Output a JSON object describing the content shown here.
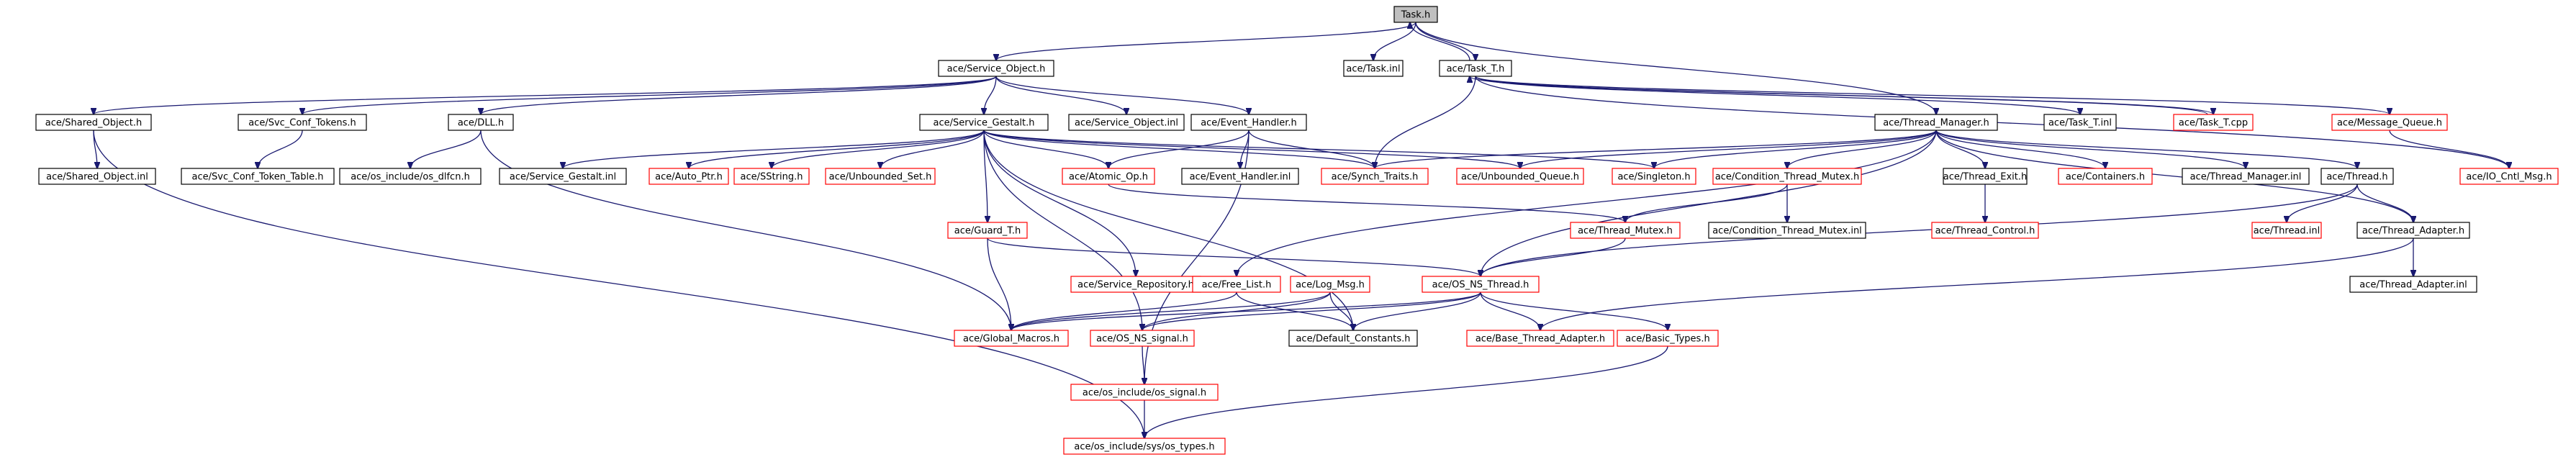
{
  "diagram": {
    "colors": {
      "edge": "#191970",
      "black_border": "#000000",
      "red_border": "#ff0000",
      "root_fill": "#bfbfbf"
    },
    "nodes": [
      {
        "id": "task_h",
        "label": "Task.h",
        "border": "black",
        "root": true
      },
      {
        "id": "service_object_h",
        "label": "ace/Service_Object.h",
        "border": "black"
      },
      {
        "id": "task_inl",
        "label": "ace/Task.inl",
        "border": "black"
      },
      {
        "id": "task_t_h",
        "label": "ace/Task_T.h",
        "border": "black"
      },
      {
        "id": "shared_object_h",
        "label": "ace/Shared_Object.h",
        "border": "black"
      },
      {
        "id": "svc_conf_tokens_h",
        "label": "ace/Svc_Conf_Tokens.h",
        "border": "black"
      },
      {
        "id": "dll_h",
        "label": "ace/DLL.h",
        "border": "black"
      },
      {
        "id": "service_gestalt_h",
        "label": "ace/Service_Gestalt.h",
        "border": "black"
      },
      {
        "id": "service_object_inl",
        "label": "ace/Service_Object.inl",
        "border": "black"
      },
      {
        "id": "event_handler_h",
        "label": "ace/Event_Handler.h",
        "border": "black"
      },
      {
        "id": "thread_manager_h",
        "label": "ace/Thread_Manager.h",
        "border": "black"
      },
      {
        "id": "task_t_inl",
        "label": "ace/Task_T.inl",
        "border": "black"
      },
      {
        "id": "task_t_cpp",
        "label": "ace/Task_T.cpp",
        "border": "red"
      },
      {
        "id": "message_queue_h",
        "label": "ace/Message_Queue.h",
        "border": "red"
      },
      {
        "id": "shared_object_inl",
        "label": "ace/Shared_Object.inl",
        "border": "black"
      },
      {
        "id": "svc_conf_token_table_h",
        "label": "ace/Svc_Conf_Token_Table.h",
        "border": "black"
      },
      {
        "id": "os_dlfcn_h",
        "label": "ace/os_include/os_dlfcn.h",
        "border": "black"
      },
      {
        "id": "service_gestalt_inl",
        "label": "ace/Service_Gestalt.inl",
        "border": "black"
      },
      {
        "id": "auto_ptr_h",
        "label": "ace/Auto_Ptr.h",
        "border": "red"
      },
      {
        "id": "sstring_h",
        "label": "ace/SString.h",
        "border": "red"
      },
      {
        "id": "unbounded_set_h",
        "label": "ace/Unbounded_Set.h",
        "border": "red"
      },
      {
        "id": "atomic_op_h",
        "label": "ace/Atomic_Op.h",
        "border": "red"
      },
      {
        "id": "event_handler_inl",
        "label": "ace/Event_Handler.inl",
        "border": "black"
      },
      {
        "id": "synch_traits_h",
        "label": "ace/Synch_Traits.h",
        "border": "red"
      },
      {
        "id": "unbounded_queue_h",
        "label": "ace/Unbounded_Queue.h",
        "border": "red"
      },
      {
        "id": "singleton_h",
        "label": "ace/Singleton.h",
        "border": "red"
      },
      {
        "id": "condition_thread_mutex_h",
        "label": "ace/Condition_Thread_Mutex.h",
        "border": "red"
      },
      {
        "id": "thread_exit_h",
        "label": "ace/Thread_Exit.h",
        "border": "black"
      },
      {
        "id": "containers_h",
        "label": "ace/Containers.h",
        "border": "red"
      },
      {
        "id": "thread_manager_inl",
        "label": "ace/Thread_Manager.inl",
        "border": "black"
      },
      {
        "id": "thread_h",
        "label": "ace/Thread.h",
        "border": "black"
      },
      {
        "id": "io_cntl_msg_h",
        "label": "ace/IO_Cntl_Msg.h",
        "border": "red"
      },
      {
        "id": "condition_thread_mutex_inl",
        "label": "ace/Condition_Thread_Mutex.inl",
        "border": "black"
      },
      {
        "id": "thread_control_h",
        "label": "ace/Thread_Control.h",
        "border": "red"
      },
      {
        "id": "thread_inl",
        "label": "ace/Thread.inl",
        "border": "red"
      },
      {
        "id": "thread_adapter_h",
        "label": "ace/Thread_Adapter.h",
        "border": "black"
      },
      {
        "id": "guard_t_h",
        "label": "ace/Guard_T.h",
        "border": "red"
      },
      {
        "id": "thread_mutex_h",
        "label": "ace/Thread_Mutex.h",
        "border": "red"
      },
      {
        "id": "service_repository_h",
        "label": "ace/Service_Repository.h",
        "border": "red"
      },
      {
        "id": "free_list_h",
        "label": "ace/Free_List.h",
        "border": "red"
      },
      {
        "id": "log_msg_h",
        "label": "ace/Log_Msg.h",
        "border": "red"
      },
      {
        "id": "os_ns_thread_h",
        "label": "ace/OS_NS_Thread.h",
        "border": "red"
      },
      {
        "id": "thread_adapter_inl",
        "label": "ace/Thread_Adapter.inl",
        "border": "black"
      },
      {
        "id": "global_macros_h",
        "label": "ace/Global_Macros.h",
        "border": "red"
      },
      {
        "id": "os_ns_signal_h",
        "label": "ace/OS_NS_signal.h",
        "border": "red"
      },
      {
        "id": "default_constants_h",
        "label": "ace/Default_Constants.h",
        "border": "black"
      },
      {
        "id": "base_thread_adapter_h",
        "label": "ace/Base_Thread_Adapter.h",
        "border": "red"
      },
      {
        "id": "basic_types_h",
        "label": "ace/Basic_Types.h",
        "border": "red"
      },
      {
        "id": "os_signal_h",
        "label": "ace/os_include/os_signal.h",
        "border": "red"
      },
      {
        "id": "os_types_h",
        "label": "ace/os_include/sys/os_types.h",
        "border": "red"
      }
    ],
    "edges": [
      [
        "task_h",
        "service_object_h"
      ],
      [
        "task_h",
        "task_inl"
      ],
      [
        "task_h",
        "task_t_h"
      ],
      [
        "task_h",
        "thread_manager_h"
      ],
      [
        "task_t_h",
        "task_h"
      ],
      [
        "task_t_h",
        "task_t_inl"
      ],
      [
        "task_t_h",
        "task_t_cpp"
      ],
      [
        "task_t_h",
        "message_queue_h"
      ],
      [
        "task_t_h",
        "io_cntl_msg_h"
      ],
      [
        "task_t_h",
        "synch_traits_h"
      ],
      [
        "task_t_cpp",
        "task_t_h"
      ],
      [
        "message_queue_h",
        "io_cntl_msg_h"
      ],
      [
        "service_object_h",
        "shared_object_h"
      ],
      [
        "service_object_h",
        "svc_conf_tokens_h"
      ],
      [
        "service_object_h",
        "dll_h"
      ],
      [
        "service_object_h",
        "service_gestalt_h"
      ],
      [
        "service_object_h",
        "service_object_inl"
      ],
      [
        "service_object_h",
        "event_handler_h"
      ],
      [
        "shared_object_h",
        "shared_object_inl"
      ],
      [
        "shared_object_h",
        "os_types_h"
      ],
      [
        "svc_conf_tokens_h",
        "svc_conf_token_table_h"
      ],
      [
        "dll_h",
        "os_dlfcn_h"
      ],
      [
        "dll_h",
        "global_macros_h"
      ],
      [
        "service_gestalt_h",
        "service_gestalt_inl"
      ],
      [
        "service_gestalt_h",
        "auto_ptr_h"
      ],
      [
        "service_gestalt_h",
        "sstring_h"
      ],
      [
        "service_gestalt_h",
        "unbounded_set_h"
      ],
      [
        "service_gestalt_h",
        "atomic_op_h"
      ],
      [
        "service_gestalt_h",
        "synch_traits_h"
      ],
      [
        "service_gestalt_h",
        "unbounded_queue_h"
      ],
      [
        "service_gestalt_h",
        "singleton_h"
      ],
      [
        "service_gestalt_h",
        "guard_t_h"
      ],
      [
        "service_gestalt_h",
        "service_repository_h"
      ],
      [
        "service_gestalt_h",
        "default_constants_h"
      ],
      [
        "service_gestalt_h",
        "os_ns_signal_h"
      ],
      [
        "event_handler_h",
        "atomic_op_h"
      ],
      [
        "event_handler_h",
        "event_handler_inl"
      ],
      [
        "event_handler_h",
        "synch_traits_h"
      ],
      [
        "event_handler_h",
        "os_signal_h"
      ],
      [
        "atomic_op_h",
        "thread_mutex_h"
      ],
      [
        "thread_manager_h",
        "synch_traits_h"
      ],
      [
        "thread_manager_h",
        "unbounded_queue_h"
      ],
      [
        "thread_manager_h",
        "singleton_h"
      ],
      [
        "thread_manager_h",
        "condition_thread_mutex_h"
      ],
      [
        "thread_manager_h",
        "thread_exit_h"
      ],
      [
        "thread_manager_h",
        "containers_h"
      ],
      [
        "thread_manager_h",
        "thread_manager_inl"
      ],
      [
        "thread_manager_h",
        "thread_h"
      ],
      [
        "thread_manager_h",
        "thread_adapter_h"
      ],
      [
        "thread_manager_h",
        "free_list_h"
      ],
      [
        "thread_manager_h",
        "os_ns_thread_h"
      ],
      [
        "condition_thread_mutex_h",
        "thread_mutex_h"
      ],
      [
        "condition_thread_mutex_h",
        "condition_thread_mutex_inl"
      ],
      [
        "thread_exit_h",
        "thread_control_h"
      ],
      [
        "thread_h",
        "thread_inl"
      ],
      [
        "thread_h",
        "thread_adapter_h"
      ],
      [
        "thread_h",
        "os_ns_thread_h"
      ],
      [
        "thread_adapter_h",
        "thread_adapter_inl"
      ],
      [
        "thread_adapter_h",
        "base_thread_adapter_h"
      ],
      [
        "thread_mutex_h",
        "os_ns_thread_h"
      ],
      [
        "guard_t_h",
        "global_macros_h"
      ],
      [
        "guard_t_h",
        "os_ns_thread_h"
      ],
      [
        "free_list_h",
        "global_macros_h"
      ],
      [
        "free_list_h",
        "default_constants_h"
      ],
      [
        "log_msg_h",
        "global_macros_h"
      ],
      [
        "log_msg_h",
        "default_constants_h"
      ],
      [
        "log_msg_h",
        "os_ns_signal_h"
      ],
      [
        "os_ns_thread_h",
        "global_macros_h"
      ],
      [
        "os_ns_thread_h",
        "os_ns_signal_h"
      ],
      [
        "os_ns_thread_h",
        "default_constants_h"
      ],
      [
        "os_ns_thread_h",
        "base_thread_adapter_h"
      ],
      [
        "os_ns_thread_h",
        "basic_types_h"
      ],
      [
        "os_ns_signal_h",
        "os_signal_h"
      ],
      [
        "os_signal_h",
        "os_types_h"
      ],
      [
        "basic_types_h",
        "os_types_h"
      ]
    ]
  }
}
